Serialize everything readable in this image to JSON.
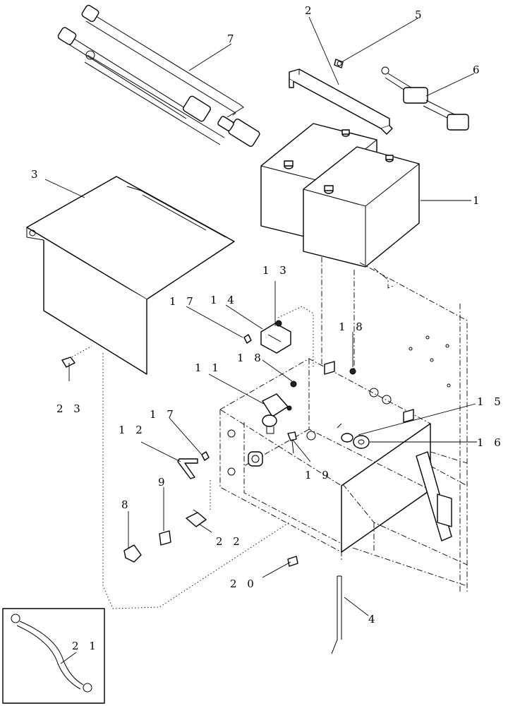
{
  "diagram": {
    "callouts": [
      {
        "id": "c1",
        "text": "1"
      },
      {
        "id": "c2",
        "text": "2"
      },
      {
        "id": "c3",
        "text": "3"
      },
      {
        "id": "c4",
        "text": "4"
      },
      {
        "id": "c5",
        "text": "5"
      },
      {
        "id": "c6",
        "text": "6"
      },
      {
        "id": "c7",
        "text": "7"
      },
      {
        "id": "c8",
        "text": "8"
      },
      {
        "id": "c9",
        "text": "9"
      },
      {
        "id": "c11",
        "text": "1 1"
      },
      {
        "id": "c12",
        "text": "1 2"
      },
      {
        "id": "c13",
        "text": "1 3"
      },
      {
        "id": "c14",
        "text": "1 4"
      },
      {
        "id": "c15",
        "text": "1 5"
      },
      {
        "id": "c16",
        "text": "1 6"
      },
      {
        "id": "c17a",
        "text": "1 7"
      },
      {
        "id": "c17b",
        "text": "1 7"
      },
      {
        "id": "c18a",
        "text": "1 8"
      },
      {
        "id": "c18b",
        "text": "1 8"
      },
      {
        "id": "c19",
        "text": "1 9"
      },
      {
        "id": "c20",
        "text": "2 0"
      },
      {
        "id": "c21",
        "text": "2 1"
      },
      {
        "id": "c22",
        "text": "2 2"
      },
      {
        "id": "c23",
        "text": "2 3"
      }
    ]
  }
}
